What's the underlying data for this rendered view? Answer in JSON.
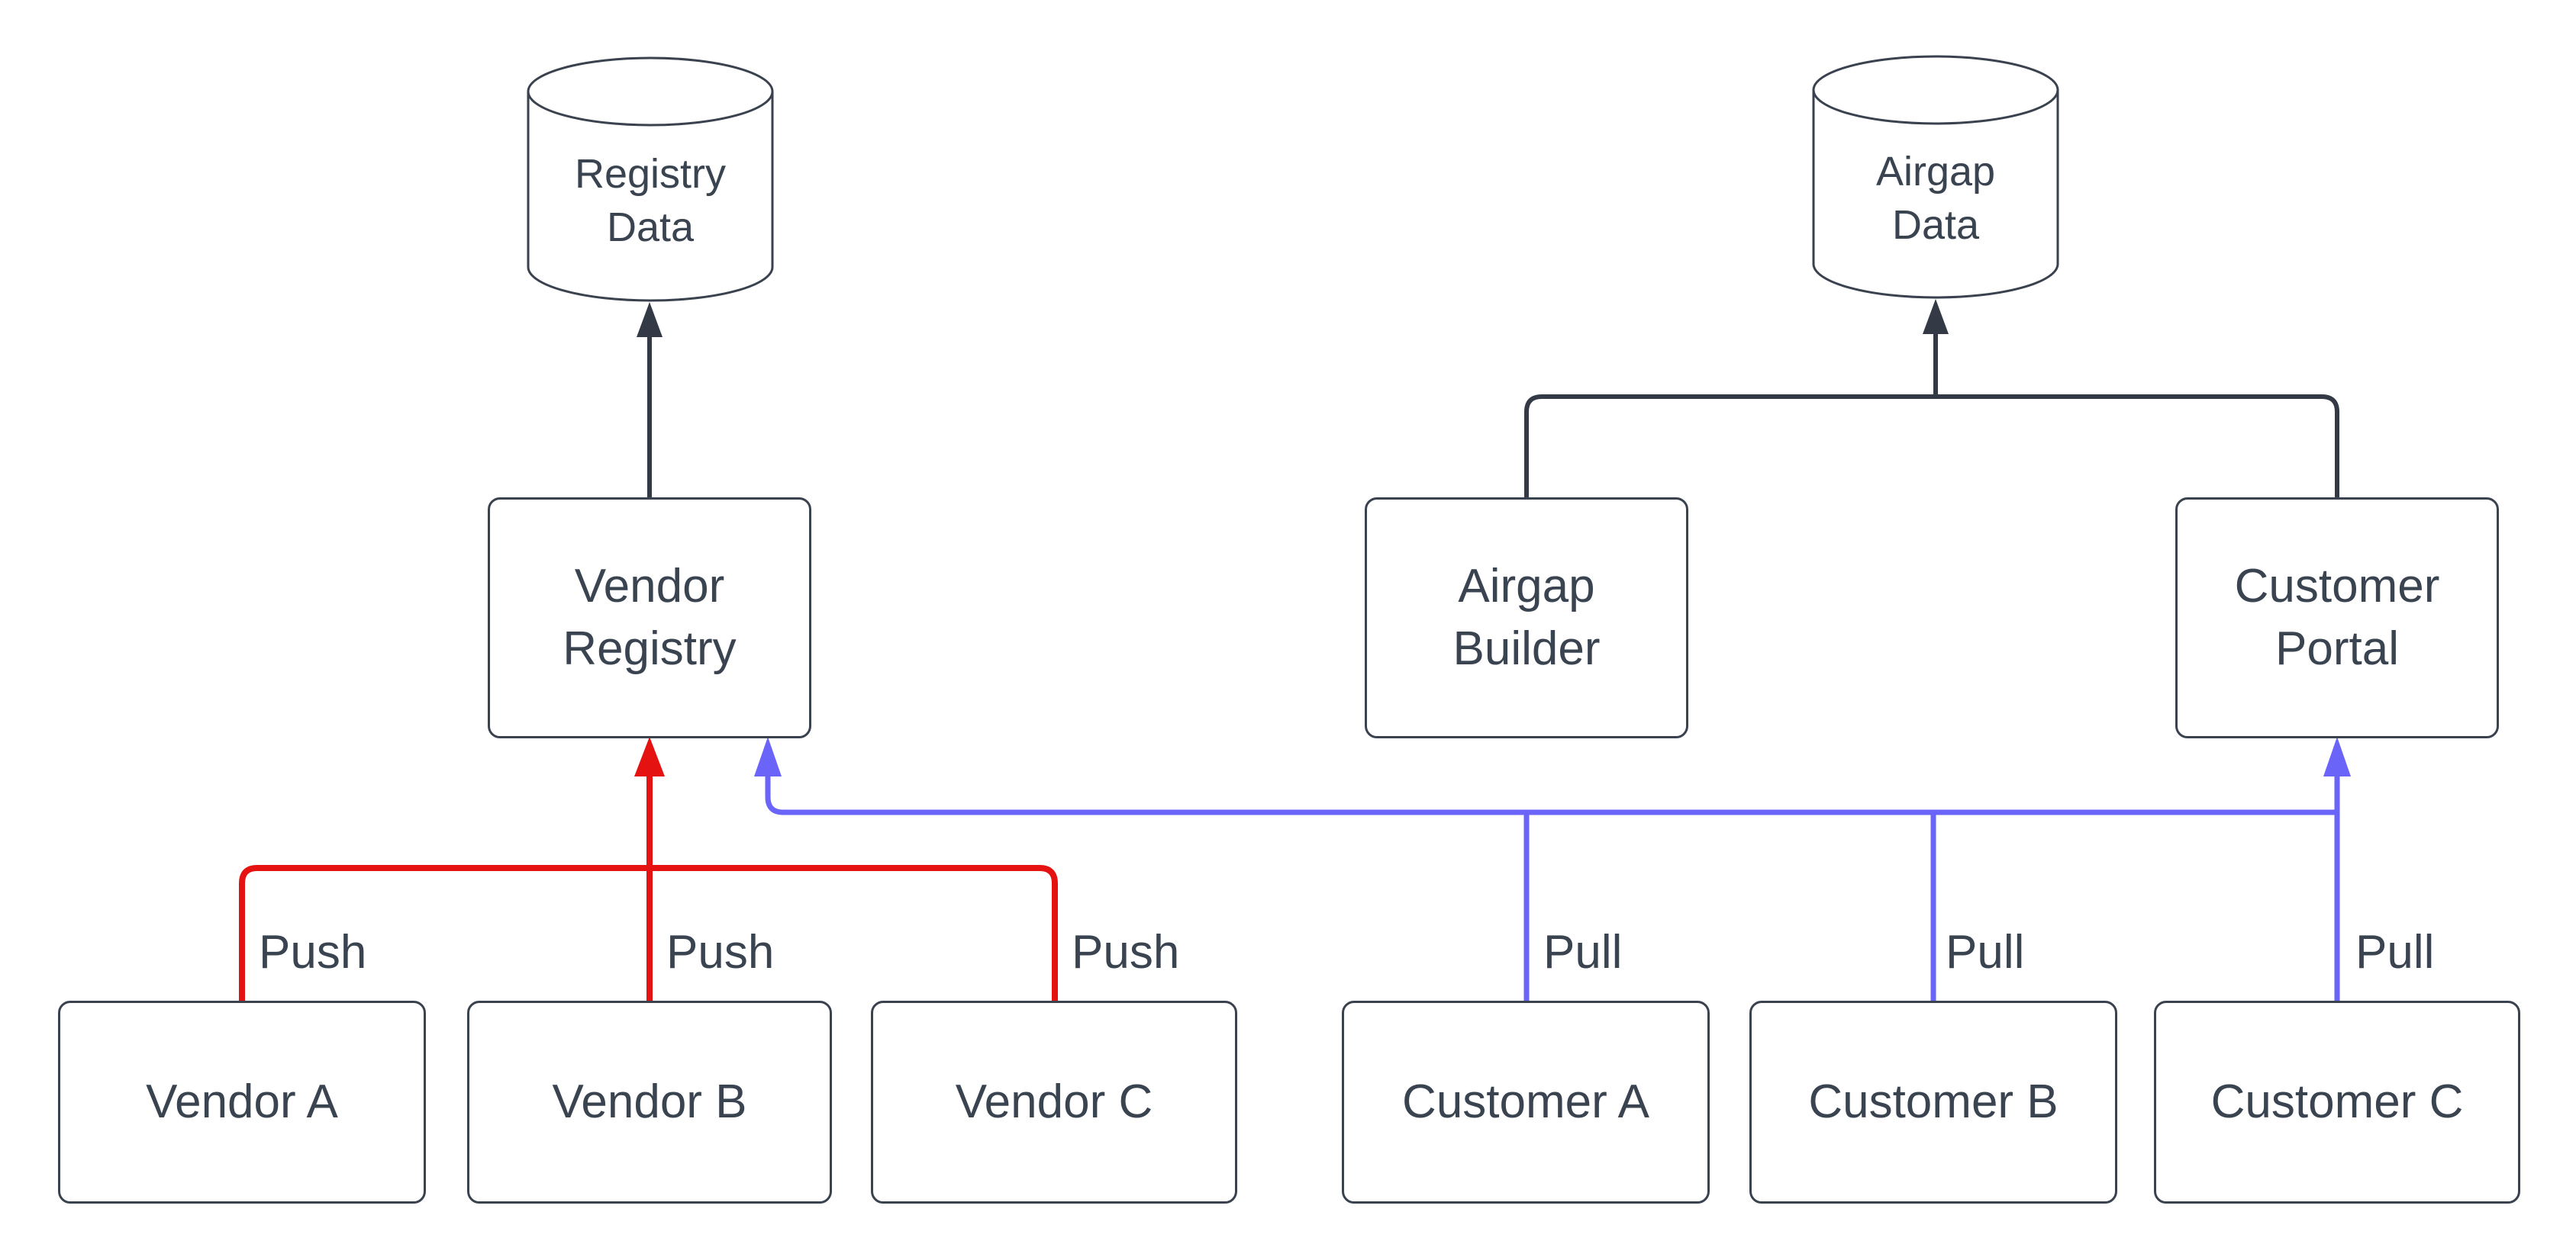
{
  "colors": {
    "background": "#ffffff",
    "node_fill": "#ffffff",
    "node_border": "#39424e",
    "text": "#3a4350",
    "flow_arrow": "#333a45",
    "push_arrow": "#e51212",
    "pull_arrow": "#6b64f8"
  },
  "nodes": {
    "registry_data": {
      "label": "Registry\nData",
      "shape": "cylinder"
    },
    "airgap_data": {
      "label": "Airgap\nData",
      "shape": "cylinder"
    },
    "vendor_registry": {
      "label": "Vendor\nRegistry",
      "shape": "rectangle"
    },
    "airgap_builder": {
      "label": "Airgap\nBuilder",
      "shape": "rectangle"
    },
    "customer_portal": {
      "label": "Customer\nPortal",
      "shape": "rectangle"
    },
    "vendor_a": {
      "label": "Vendor A",
      "shape": "rectangle"
    },
    "vendor_b": {
      "label": "Vendor B",
      "shape": "rectangle"
    },
    "vendor_c": {
      "label": "Vendor C",
      "shape": "rectangle"
    },
    "customer_a": {
      "label": "Customer A",
      "shape": "rectangle"
    },
    "customer_b": {
      "label": "Customer B",
      "shape": "rectangle"
    },
    "customer_c": {
      "label": "Customer C",
      "shape": "rectangle"
    }
  },
  "edge_labels": {
    "push_vendor_a": "Push",
    "push_vendor_b": "Push",
    "push_vendor_c": "Push",
    "pull_customer_a": "Pull",
    "pull_customer_b": "Pull",
    "pull_customer_c": "Pull"
  },
  "edges": [
    {
      "from": "Vendor Registry",
      "to": "Registry Data",
      "style": "flow"
    },
    {
      "from": "Airgap Builder",
      "to": "Airgap Data",
      "style": "flow"
    },
    {
      "from": "Customer Portal",
      "to": "Airgap Data",
      "style": "flow"
    },
    {
      "from": "Vendor A",
      "to": "Vendor Registry",
      "label": "Push",
      "style": "push"
    },
    {
      "from": "Vendor B",
      "to": "Vendor Registry",
      "label": "Push",
      "style": "push"
    },
    {
      "from": "Vendor C",
      "to": "Vendor Registry",
      "label": "Push",
      "style": "push"
    },
    {
      "from": "Customer A",
      "to": "Vendor Registry, Customer Portal",
      "label": "Pull",
      "style": "pull"
    },
    {
      "from": "Customer B",
      "to": "Vendor Registry, Customer Portal",
      "label": "Pull",
      "style": "pull"
    },
    {
      "from": "Customer C",
      "to": "Vendor Registry, Customer Portal",
      "label": "Pull",
      "style": "pull"
    }
  ]
}
